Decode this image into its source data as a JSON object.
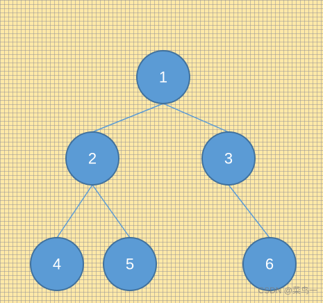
{
  "colors": {
    "background": "#FFE9A8",
    "node_fill": "#5B9BD5",
    "node_stroke": "#41719C",
    "edge": "#5B9BD5",
    "label": "#FFFFFF"
  },
  "tree": {
    "nodes": [
      {
        "id": "n1",
        "label": "1"
      },
      {
        "id": "n2",
        "label": "2"
      },
      {
        "id": "n3",
        "label": "3"
      },
      {
        "id": "n4",
        "label": "4"
      },
      {
        "id": "n5",
        "label": "5"
      },
      {
        "id": "n6",
        "label": "6"
      }
    ],
    "edges": [
      {
        "from": "n1",
        "to": "n2"
      },
      {
        "from": "n1",
        "to": "n3"
      },
      {
        "from": "n2",
        "to": "n4"
      },
      {
        "from": "n2",
        "to": "n5"
      },
      {
        "from": "n3",
        "to": "n6"
      }
    ]
  },
  "watermark": "CSDN @菜鸟一"
}
